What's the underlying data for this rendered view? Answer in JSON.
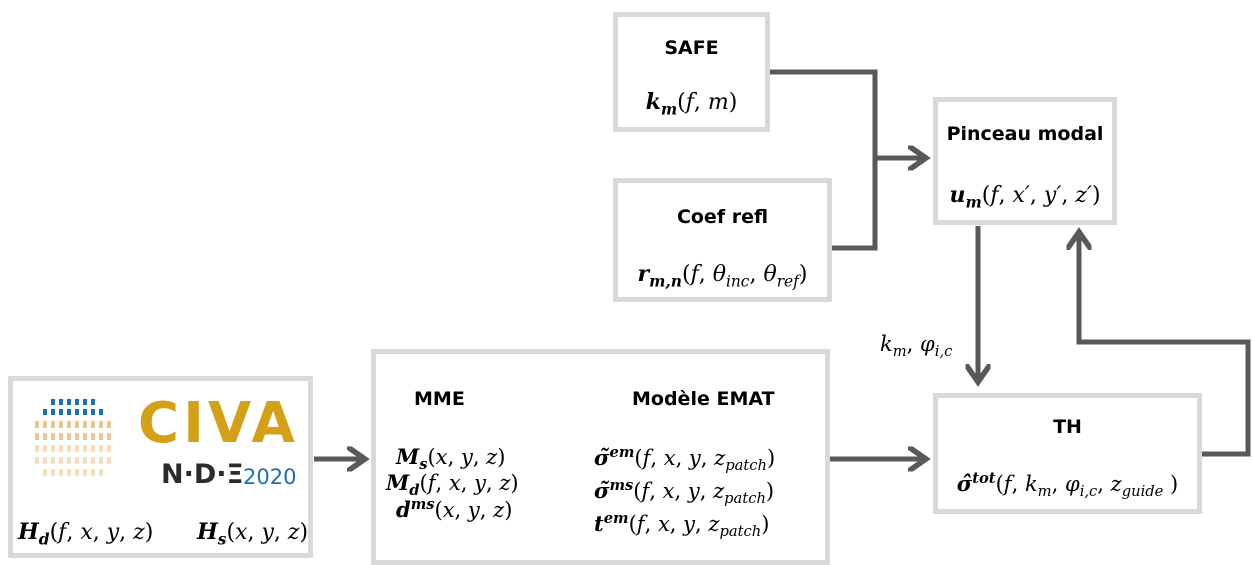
{
  "safe": {
    "title": "SAFE",
    "formula": "k_m(f, m)"
  },
  "coef": {
    "title": "Coef refl",
    "formula": "r_{m,n}(f, θ_inc, θ_ref)"
  },
  "pinceau": {
    "title": "Pinceau modal",
    "formula": "u_m(f, x′, y′, z′)"
  },
  "civa": {
    "logo_word": "CIVA",
    "logo_sub": "N·D·Ξ",
    "logo_year": "2020",
    "field_d": "H_d(f, x, y, z)",
    "field_s": "H_s(x, y, z)"
  },
  "mme": {
    "title": "MME",
    "line1": "M_s(x, y, z)",
    "line2": "M_d(f, x, y, z)",
    "line3": "d^ms(x, y, z)"
  },
  "emat": {
    "title": "Modèle EMAT",
    "line1": "σ̃^em(f, x, y, z_patch)",
    "line2": "σ̃^ms(f, x, y, z_patch)",
    "line3": "t^em(f, x, y, z_patch)"
  },
  "th": {
    "title": "TH",
    "formula": "σ̂^tot(f, k_m, φ_i,c, z_guide)"
  },
  "edge_label": "k_m, φ_i,c",
  "colors": {
    "box_border": "#d9d9d9",
    "arrow": "#595959",
    "civa_gold": "#d4a017",
    "civa_dark": "#2b2b2b",
    "civa_blue": "#1f6fb2"
  }
}
